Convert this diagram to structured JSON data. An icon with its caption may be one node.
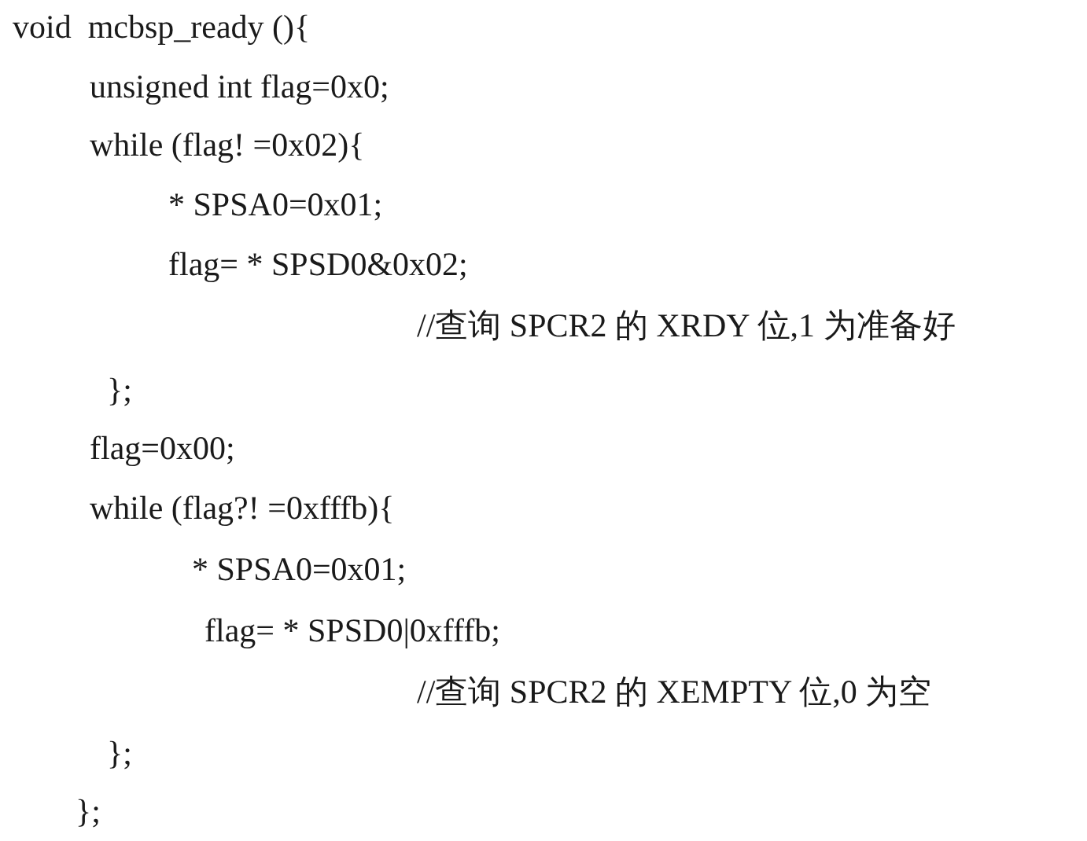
{
  "diagram": {
    "labels": [
      "void  mcbsp_ready (){",
      "unsigned int flag=0x0;",
      "while (flag! =0x02){",
      "* SPSA0=0x01;",
      "flag= * SPSD0&0x02;",
      "//查询 SPCR2 的 XRDY 位,1 为准备好",
      "};",
      "flag=0x00;",
      "while (flag?! =0xfffb){",
      "* SPSA0=0x01;",
      "flag= * SPSD0|0xfffb;",
      "//查询 SPCR2 的 XEMPTY 位,0 为空",
      "};",
      "};"
    ]
  }
}
